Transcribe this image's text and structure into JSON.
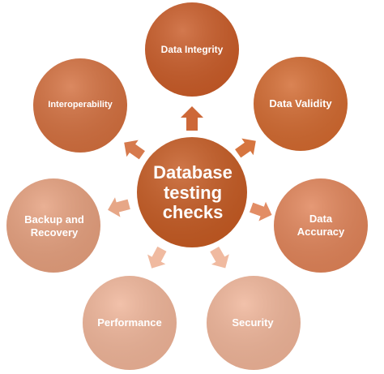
{
  "center": {
    "label": "Database\ntesting\nchecks",
    "color": "#c55a22"
  },
  "nodes": [
    {
      "id": "data-integrity",
      "label": "Data Integrity",
      "color": "#c95b27"
    },
    {
      "id": "data-validity",
      "label": "Data Validity",
      "color": "#d2692f"
    },
    {
      "id": "data-accuracy",
      "label": "Data\nAccuracy",
      "color": "#e08358"
    },
    {
      "id": "security",
      "label": "Security",
      "color": "#efb498"
    },
    {
      "id": "performance",
      "label": "Performance",
      "color": "#efb498"
    },
    {
      "id": "backup-and-recovery",
      "label": "Backup and\nRecovery",
      "color": "#e59f7d"
    },
    {
      "id": "interoperability",
      "label": "Interoperability",
      "color": "#d36f3e"
    }
  ]
}
